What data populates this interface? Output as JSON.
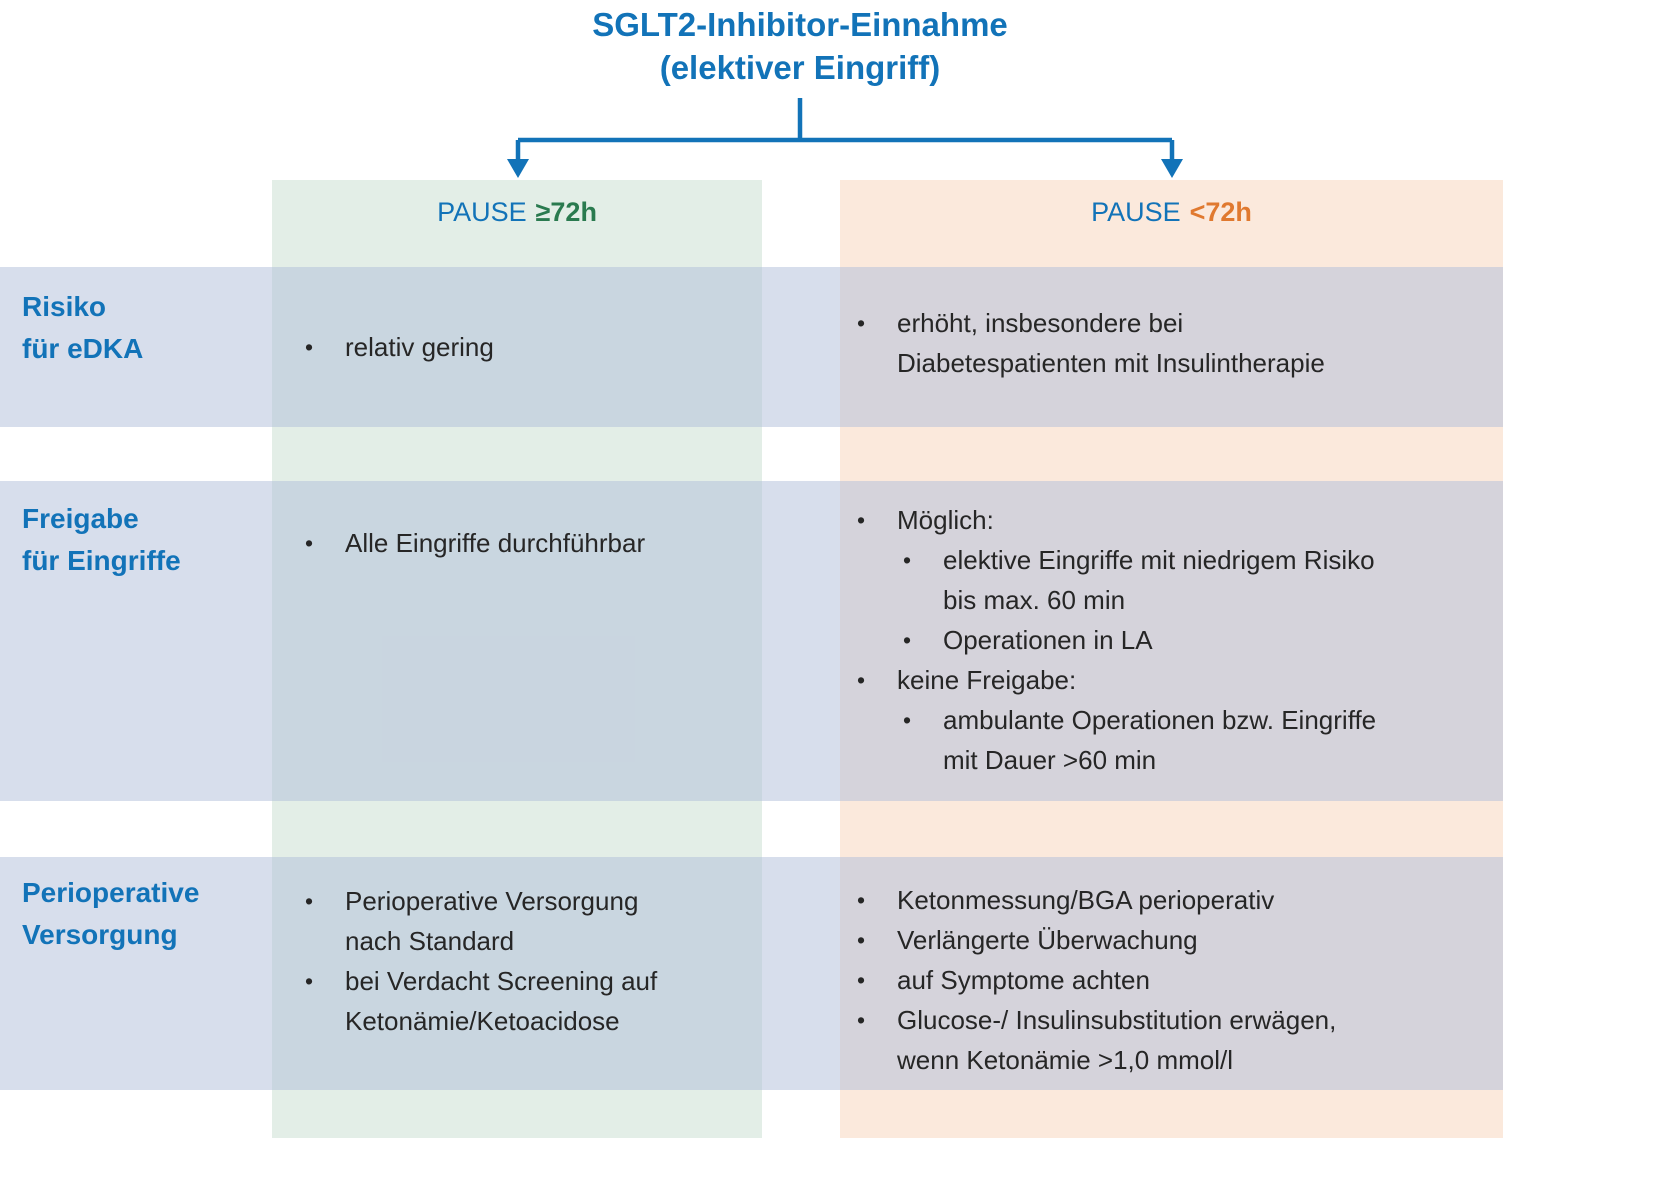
{
  "title": {
    "line1": "SGLT2-Inhibitor-Einnahme",
    "line2": "(elektiver Eingriff)"
  },
  "columns": [
    {
      "id": "pause-ge-72h",
      "header_label": "PAUSE",
      "header_value": "≥72h"
    },
    {
      "id": "pause-lt-72h",
      "header_label": "PAUSE",
      "header_value": "<72h"
    }
  ],
  "rows": [
    {
      "label": "Risiko\nfür eDKA",
      "cells": [
        {
          "items": [
            {
              "level": 1,
              "text": "relativ gering"
            }
          ]
        },
        {
          "items": [
            {
              "level": 1,
              "text": "erhöht, insbesondere bei\nDiabetespatienten mit Insulintherapie"
            }
          ]
        }
      ]
    },
    {
      "label": "Freigabe\nfür Eingriffe",
      "cells": [
        {
          "items": [
            {
              "level": 1,
              "text": "Alle Eingriffe durchführbar"
            }
          ]
        },
        {
          "items": [
            {
              "level": 1,
              "text": "Möglich:"
            },
            {
              "level": 2,
              "text": "elektive Eingriffe mit niedrigem Risiko\nbis max. 60 min"
            },
            {
              "level": 2,
              "text": "Operationen in LA"
            },
            {
              "level": 1,
              "text": "keine Freigabe:"
            },
            {
              "level": 2,
              "text": "ambulante Operationen bzw. Eingriffe\nmit Dauer >60 min"
            }
          ]
        }
      ]
    },
    {
      "label": "Perioperative\nVersorgung",
      "cells": [
        {
          "items": [
            {
              "level": 1,
              "text": "Perioperative Versorgung\nnach Standard"
            },
            {
              "level": 1,
              "text": "bei Verdacht Screening auf\nKetonämie/Ketoacidose"
            }
          ]
        },
        {
          "items": [
            {
              "level": 1,
              "text": "Ketonmessung/BGA perioperativ"
            },
            {
              "level": 1,
              "text": "Verlängerte Überwachung"
            },
            {
              "level": 1,
              "text": "auf Symptome achten"
            },
            {
              "level": 1,
              "text": "Glucose-/ Insulinsubstitution erwägen,\nwenn Ketonämie >1,0 mmol/l"
            }
          ]
        }
      ]
    }
  ],
  "bullet_glyph": "•",
  "colors": {
    "title_blue": "#1273b8",
    "green_accent": "#2a7a4f",
    "orange_accent": "#e0792f",
    "left_column_bg": "#e3eee7",
    "right_column_bg": "#fbe9dc",
    "row_band": "#d6ddec",
    "body_text": "#262626"
  }
}
